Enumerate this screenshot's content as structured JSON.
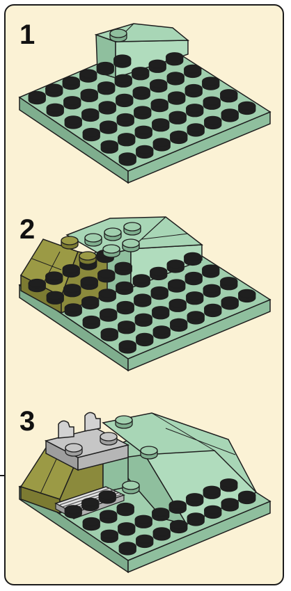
{
  "steps": [
    {
      "number": "1"
    },
    {
      "number": "2"
    },
    {
      "number": "3"
    }
  ],
  "colors": {
    "panel_background": "#fbf2d5",
    "panel_border": "#1a1a1a",
    "sand_green": "#a0cfae",
    "sand_green_dark": "#7fae8e",
    "olive_green": "#9b9a45",
    "olive_green_dark": "#7c7b32",
    "light_gray": "#c6c6c6",
    "dark_outline": "#1e1e1e"
  }
}
